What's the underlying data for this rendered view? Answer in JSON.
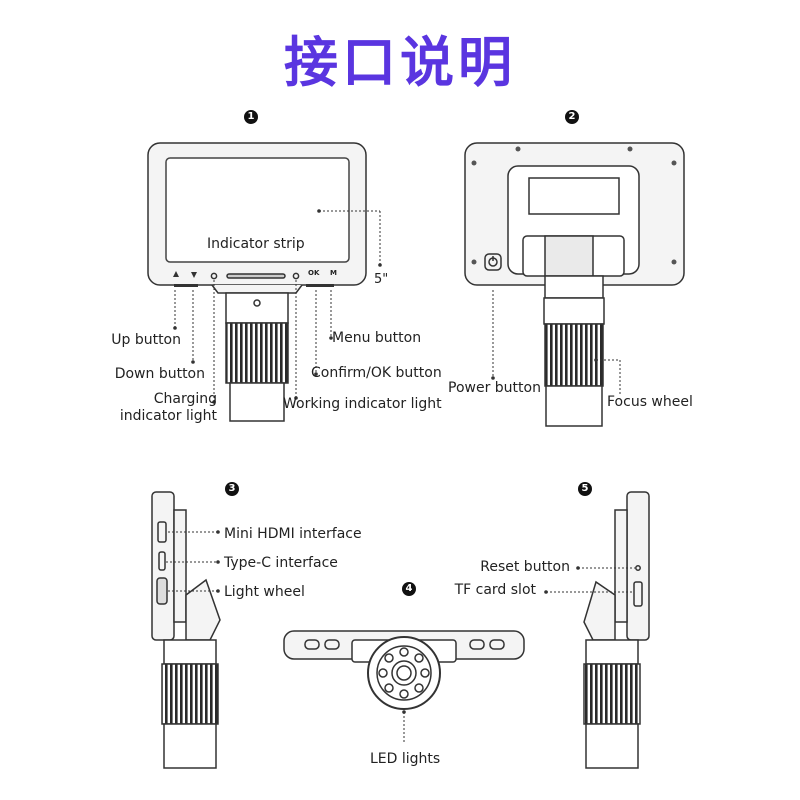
{
  "title": "接口说明",
  "figures": [
    {
      "num": "1"
    },
    {
      "num": "2"
    },
    {
      "num": "3"
    },
    {
      "num": "4"
    },
    {
      "num": "5"
    }
  ],
  "fig1": {
    "indicator_strip": "Indicator strip",
    "screen_size": "5\"",
    "up_button": "Up button",
    "down_button": "Down button",
    "charging_light_line1": "Charging",
    "charging_light_line2": "indicator light",
    "menu_button": "Menu button",
    "confirm_button": "Confirm/OK button",
    "working_light": "Working indicator light",
    "ok_mark": "OK",
    "m_mark": "M"
  },
  "fig2": {
    "power_button": "Power button",
    "focus_wheel": "Focus wheel"
  },
  "fig3": {
    "mini_hdmi": "Mini HDMI interface",
    "type_c": "Type-C interface",
    "light_wheel": "Light wheel"
  },
  "fig4": {
    "led_lights": "LED lights"
  },
  "fig5": {
    "reset_button": "Reset button",
    "tf_slot": "TF card slot"
  }
}
